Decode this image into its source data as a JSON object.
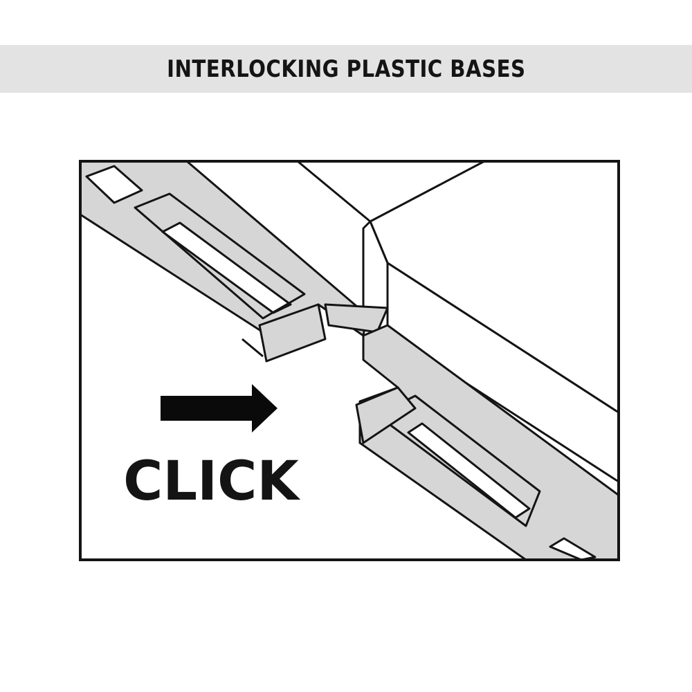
{
  "title": "INTERLOCKING PLASTIC BASES",
  "diagram": {
    "action_label": "CLICK",
    "arrow_direction": "right",
    "colors": {
      "band": "#e3e3e3",
      "plastic": "#d6d6d6",
      "outline": "#141414",
      "background": "#ffffff"
    }
  }
}
